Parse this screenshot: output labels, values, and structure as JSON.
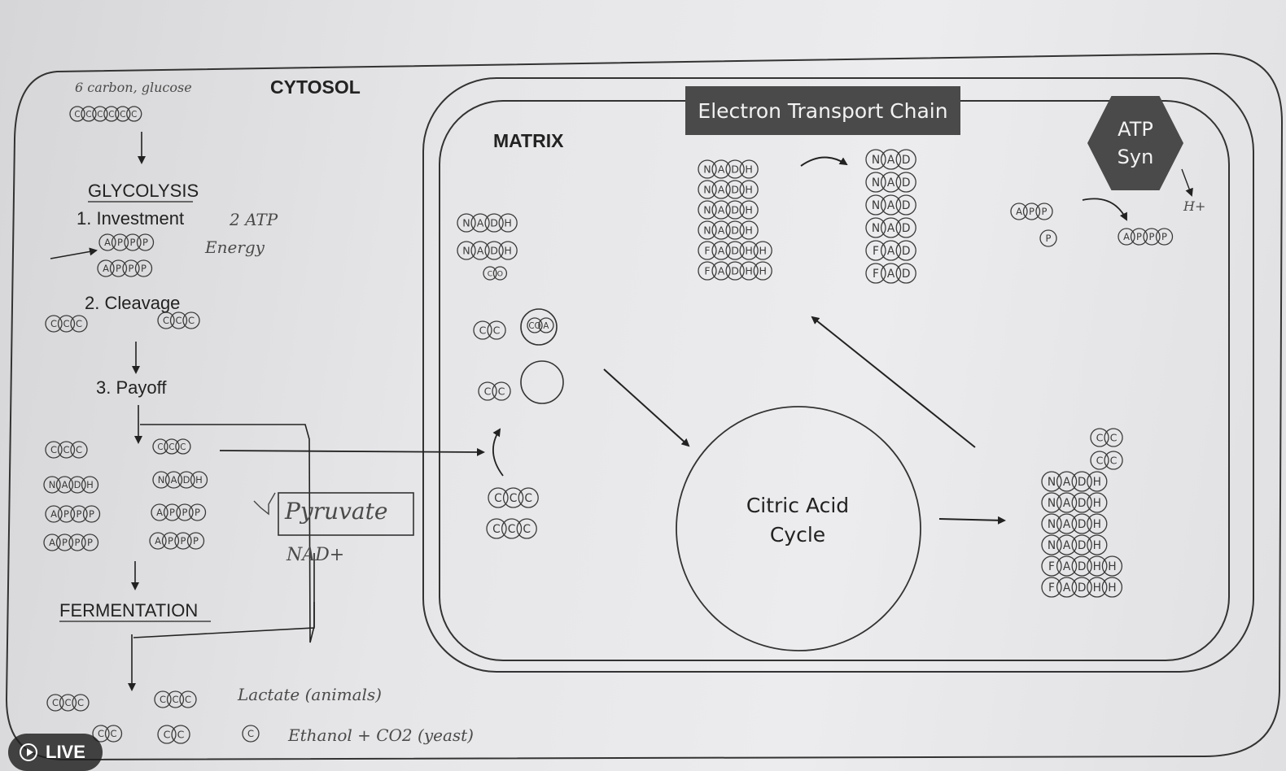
{
  "regions": {
    "cytosol": "CYTOSOL",
    "matrix": "MATRIX",
    "etc": "Electron Transport Chain",
    "atp_syn_line1": "ATP",
    "atp_syn_line2": "Syn",
    "citric_line1": "Citric Acid",
    "citric_line2": "Cycle"
  },
  "steps": {
    "glycolysis": "GLYCOLYSIS",
    "investment": "1. Investment",
    "cleavage": "2. Cleavage",
    "payoff": "3. Payoff",
    "fermentation": "FERMENTATION"
  },
  "handwriting": {
    "glucose": "6 carbon, glucose",
    "two_atp": "2 ATP",
    "energy": "Energy",
    "pyruvate": "Pyruvate",
    "nad_plus": "NAD+",
    "lactate": "Lactate (animals)",
    "ethanol": "Ethanol + CO2 (yeast)",
    "h_plus": "H+"
  },
  "badge": {
    "live": "LIVE"
  },
  "molecules": {
    "glucose_row": [
      "C",
      "C",
      "C",
      "C",
      "C",
      "C"
    ],
    "inv_row1": [
      "A",
      "P",
      "P",
      "P"
    ],
    "inv_row2": [
      "A",
      "P",
      "P",
      "P"
    ],
    "cleave_left": [
      "C",
      "C",
      "C"
    ],
    "cleave_right": [
      "C",
      "C",
      "C"
    ],
    "payoff_pyr_left": [
      "C",
      "C",
      "C"
    ],
    "payoff_pyr_right": [
      "C",
      "C",
      "C"
    ],
    "payoff_nadh_left": [
      "N",
      "A",
      "D",
      "H"
    ],
    "payoff_nadh_right": [
      "N",
      "A",
      "D",
      "H"
    ],
    "payoff_atp1_left": [
      "A",
      "P",
      "P",
      "P"
    ],
    "payoff_atp1_right": [
      "A",
      "P",
      "P",
      "P"
    ],
    "payoff_atp2_left": [
      "A",
      "P",
      "P",
      "P"
    ],
    "payoff_atp2_right": [
      "A",
      "P",
      "P",
      "P"
    ],
    "ferm_row1_left": [
      "C",
      "C",
      "C"
    ],
    "ferm_row1_right": [
      "C",
      "C",
      "C"
    ],
    "ferm_row2_a": [
      "C",
      "C"
    ],
    "ferm_row2_b": [
      "C",
      "C"
    ],
    "ferm_row2_c": [
      "C"
    ],
    "matrix_nadh1": [
      "N",
      "A",
      "D",
      "H"
    ],
    "matrix_nadh2": [
      "N",
      "A",
      "D",
      "H"
    ],
    "matrix_co2": [
      "C",
      "O"
    ],
    "acetyl1": [
      "C",
      "C"
    ],
    "acetyl2": [
      "C",
      "C"
    ],
    "pyr_in1": [
      "C",
      "C",
      "C"
    ],
    "pyr_in2": [
      "C",
      "C",
      "C"
    ],
    "etc_in": [
      [
        "N",
        "A",
        "D",
        "H"
      ],
      [
        "N",
        "A",
        "D",
        "H"
      ],
      [
        "N",
        "A",
        "D",
        "H"
      ],
      [
        "N",
        "A",
        "D",
        "H"
      ],
      [
        "F",
        "A",
        "D",
        "H",
        "H"
      ],
      [
        "F",
        "A",
        "D",
        "H",
        "H"
      ]
    ],
    "etc_out": [
      [
        "N",
        "A",
        "D"
      ],
      [
        "N",
        "A",
        "D"
      ],
      [
        "N",
        "A",
        "D"
      ],
      [
        "N",
        "A",
        "D"
      ],
      [
        "F",
        "A",
        "D"
      ],
      [
        "F",
        "A",
        "D"
      ]
    ],
    "adp": [
      "A",
      "P",
      "P"
    ],
    "pi": [
      "P"
    ],
    "atp_made": [
      "A",
      "P",
      "P",
      "P"
    ],
    "cac_co2": [
      [
        "C",
        "C"
      ],
      [
        "C",
        "C"
      ]
    ],
    "cac_out": [
      [
        "N",
        "A",
        "D",
        "H"
      ],
      [
        "N",
        "A",
        "D",
        "H"
      ],
      [
        "N",
        "A",
        "D",
        "H"
      ],
      [
        "N",
        "A",
        "D",
        "H"
      ],
      [
        "F",
        "A",
        "D",
        "H",
        "H"
      ],
      [
        "F",
        "A",
        "D",
        "H",
        "H"
      ]
    ],
    "coa": [
      "CO",
      "A"
    ]
  }
}
